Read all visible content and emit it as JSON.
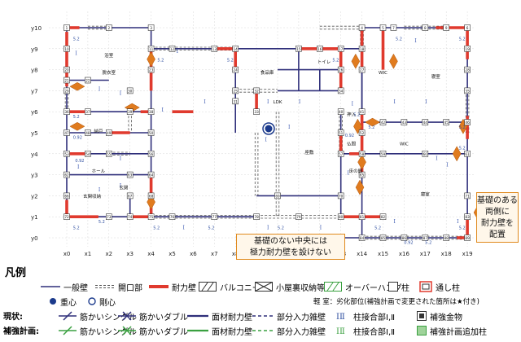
{
  "axes": {
    "x": [
      "x0",
      "x1",
      "x2",
      "x3",
      "x4",
      "x5",
      "x6",
      "x7",
      "x8",
      "x9",
      "x10",
      "x11",
      "x12",
      "x13",
      "x14",
      "x15",
      "x16",
      "x17",
      "x18",
      "x19"
    ],
    "y": [
      "y10",
      "y9",
      "y8",
      "y7",
      "y6",
      "y5",
      "y4",
      "y3",
      "y2",
      "y1",
      "y0"
    ]
  },
  "rooms": [
    {
      "label": "浴室"
    },
    {
      "label": "脱衣室"
    },
    {
      "label": "食品庫"
    },
    {
      "label": "トイレ"
    },
    {
      "label": "WIC"
    },
    {
      "label": "寝室"
    },
    {
      "label": "LDK"
    },
    {
      "label": "納戸"
    },
    {
      "label": "WIC"
    },
    {
      "label": "座敷"
    },
    {
      "label": "仏間"
    },
    {
      "label": "ホール"
    },
    {
      "label": "玄関"
    },
    {
      "label": "玄関収納"
    },
    {
      "label": "床の間"
    },
    {
      "label": "寝室"
    },
    {
      "label": "押入"
    }
  ],
  "column_numbers": [
    "1",
    "2",
    "3",
    "4",
    "5",
    "6",
    "7",
    "8",
    "9",
    "10",
    "11",
    "12",
    "13",
    "14",
    "15",
    "16",
    "17",
    "18",
    "19",
    "20",
    "21",
    "22",
    "23",
    "24",
    "25",
    "26",
    "27",
    "28",
    "29",
    "30",
    "31",
    "32",
    "33",
    "34",
    "35",
    "36",
    "37",
    "38",
    "39",
    "40",
    "41",
    "42",
    "43",
    "44",
    "45",
    "46",
    "47",
    "48",
    "49",
    "50",
    "51",
    "52",
    "53",
    "54",
    "55",
    "56",
    "57",
    "58",
    "59",
    "60",
    "61",
    "62",
    "63",
    "64",
    "65",
    "66",
    "67",
    "68",
    "69",
    "70",
    "71",
    "72",
    "73",
    "74",
    "75",
    "76",
    "77",
    "78",
    "79",
    "80",
    "81",
    "82",
    "83",
    "84",
    "85",
    "86",
    "87",
    "88",
    "89",
    "90",
    "91"
  ],
  "wall_values": [
    "5.2",
    "5.2",
    "5.2",
    "5.2",
    "5.2",
    "5.2",
    "5.2",
    "5.2",
    "5.2",
    "5.2",
    "5.2",
    "5.2",
    "5.2",
    "5.2",
    "5.2",
    "5.2",
    "0.92",
    "0.92",
    "0.92",
    "0.92",
    "5.2",
    "5.2",
    "5.2"
  ],
  "callouts": {
    "center_text": "基礎のない中央には\n極力耐力壁を設けない",
    "right_text": "基礎のある\n両側に\n耐力壁を\n配置"
  },
  "legend": {
    "title": "凡例",
    "row1": [
      "一般壁",
      "開口部",
      "耐力壁",
      "バルコニー",
      "小屋裏収納等",
      "オーバーハング",
      "柱",
      "通し柱"
    ],
    "row2": [
      "重心",
      "剛心"
    ],
    "row2_note": "軽 室：劣化部位(補強計画で変更された箇所は★付き)",
    "row3_head": "現状:",
    "row3": [
      "筋かいシングル",
      "筋かいダブル",
      "面材耐力壁",
      "部分入力雑壁",
      "柱接合部Ⅰ,Ⅱ",
      "補強金物"
    ],
    "row4_head": "補強計画:",
    "row4": [
      "筋かいシングル",
      "筋かいダブル",
      "面材耐力壁",
      "部分入力雑壁",
      "柱接合部Ⅰ,Ⅱ",
      "補強計画追加柱"
    ],
    "roman": "Ⅰ"
  },
  "colors": {
    "wall": "#2f2f7a",
    "bearing": "#e03a2e",
    "damper": "#e07b1e",
    "opening": "#555555",
    "centroid": "#1b3a8c",
    "callout_border": "#e08a1e",
    "green": "#3aa040"
  }
}
